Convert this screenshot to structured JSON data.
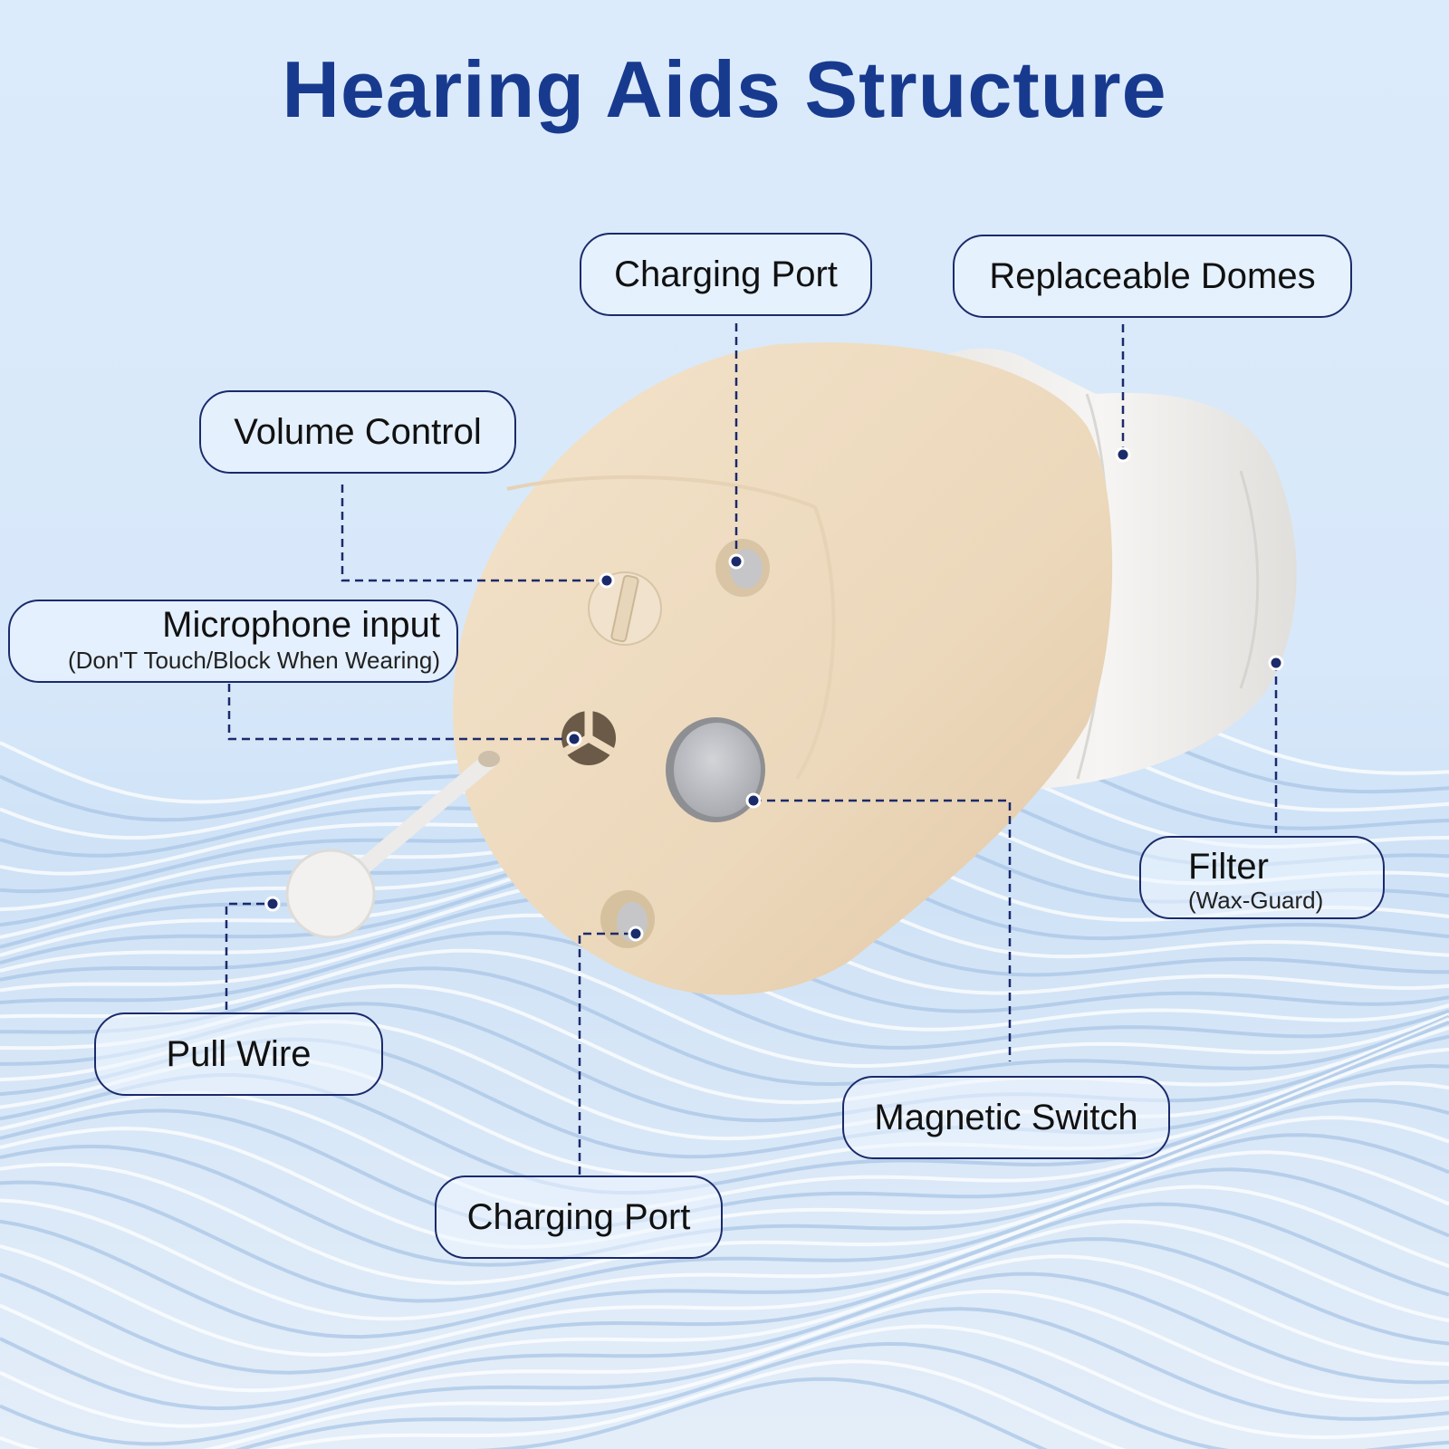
{
  "title": "Hearing Aids Structure",
  "colors": {
    "title": "#183a8e",
    "callout_border": "#1b2a6b",
    "leader_line": "#1b2a6b",
    "device_body": "#efdcc0",
    "dome": "#f1efec",
    "background": "#dcebfb"
  },
  "callouts": {
    "charging_port_top": {
      "label": "Charging Port"
    },
    "replaceable_domes": {
      "label": "Replaceable Domes"
    },
    "volume_control": {
      "label": "Volume Control"
    },
    "microphone_input": {
      "label": "Microphone input",
      "note": "(Don'T Touch/Block When Wearing)"
    },
    "filter": {
      "label": "Filter",
      "note": "(Wax-Guard)"
    },
    "pull_wire": {
      "label": "Pull Wire"
    },
    "magnetic_switch": {
      "label": "Magnetic Switch"
    },
    "charging_port_bottom": {
      "label": "Charging Port"
    }
  }
}
